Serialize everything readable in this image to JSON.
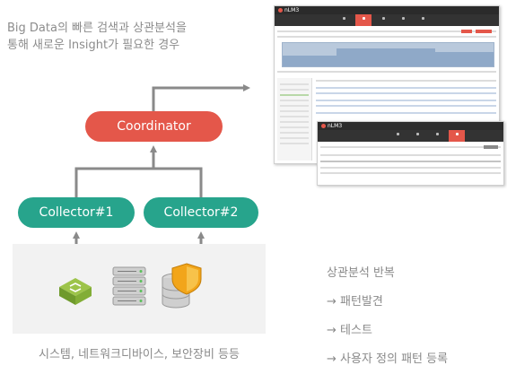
{
  "description": {
    "line1": "Big Data의 빠른 검색과 상관분석을",
    "line2": "통해 새로운 Insight가 필요한 경우"
  },
  "nodes": {
    "coordinator": "Coordinator",
    "collector1": "Collector#1",
    "collector2": "Collector#2"
  },
  "devices_caption": "시스템, 네트워크디바이스, 보안장비 등등",
  "steps": {
    "title": "상관분석 반복",
    "step1": "→ 패턴발견",
    "step2": "→ 테스트",
    "step3": "→ 사용자 정의 패턴 등록"
  },
  "screenshot": {
    "app_name": "nLM3"
  },
  "colors": {
    "coordinator": "#e4574a",
    "collector": "#27a48c",
    "arrow": "#8a8a8a",
    "device_panel": "#f2f2f2"
  },
  "icons": [
    "network-switch-icon",
    "server-rack-icon",
    "database-shield-icon"
  ]
}
